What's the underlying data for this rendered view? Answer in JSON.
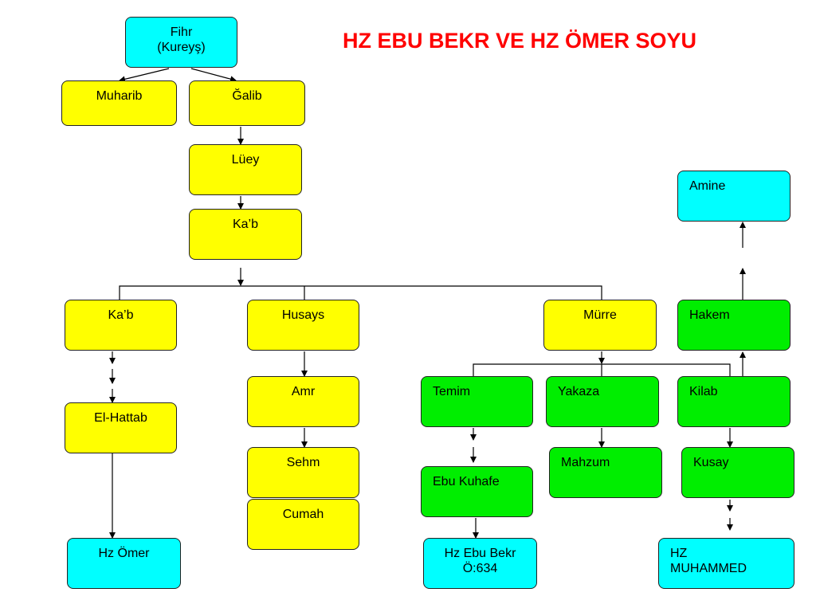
{
  "title": "HZ EBU BEKR VE HZ ÖMER SOYU",
  "colors": {
    "title": "#ff0000",
    "yellow": "#ffff00",
    "green": "#00ee00",
    "cyan": "#00ffff",
    "border": "#222222"
  },
  "nodes": {
    "fihr": [
      "Fihr",
      "(Kureyş)"
    ],
    "muharib": "Muharib",
    "galib": "Ğalib",
    "luey": "Lüey",
    "kab_top": "Ka’b",
    "kab_left": "Ka’b",
    "husays": "Husays",
    "murre": "Mürre",
    "hakem": "Hakem",
    "amine": "Amine",
    "el_hattab": "El-Hattab",
    "hz_omer": "Hz Ömer",
    "amr": "Amr",
    "sehm": "Sehm",
    "cumah": "Cumah",
    "temim": "Temim",
    "yakaza": "Yakaza",
    "kilab": "Kilab",
    "ebu_kuhafe": "Ebu Kuhafe",
    "mahzum": "Mahzum",
    "kusay": "Kusay",
    "hz_ebu_bekr": [
      "Hz Ebu Bekr",
      "Ö:634"
    ],
    "hz_muhammed": [
      "HZ",
      "MUHAMMED"
    ]
  }
}
